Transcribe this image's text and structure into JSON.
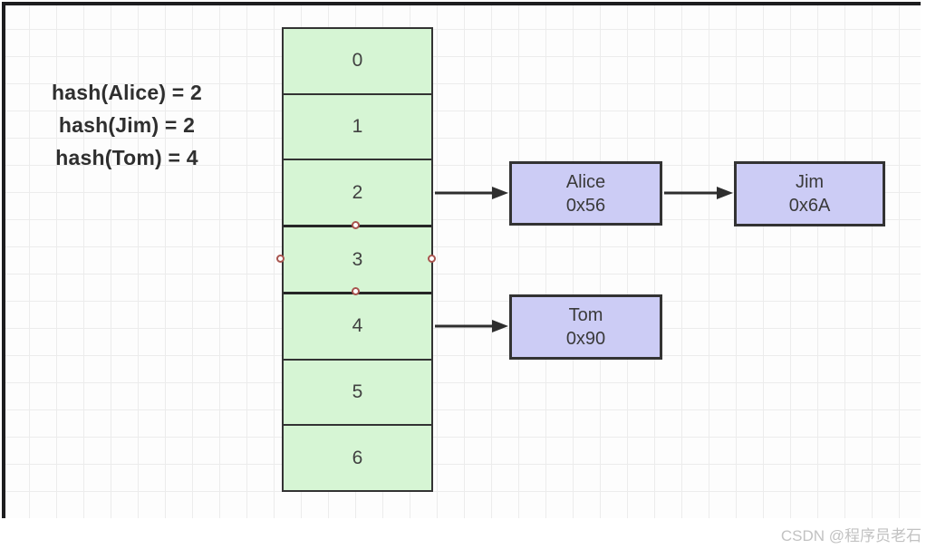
{
  "canvas": {
    "background_color": "#fdfdfd",
    "grid_color": "#ececec",
    "frame_color": "#1d1d1f"
  },
  "annotations": {
    "hash_lines": [
      "hash(Alice) = 2",
      "hash(Jim) = 2",
      "hash(Tom) = 4"
    ]
  },
  "hash_table": {
    "buckets": [
      "0",
      "1",
      "2",
      "3",
      "4",
      "5",
      "6"
    ],
    "selected_bucket": "3",
    "fill_color": "#d6f5d4",
    "border_color": "#333333",
    "handle_color": "#a8544e"
  },
  "nodes": [
    {
      "name": "Alice",
      "address": "0x56"
    },
    {
      "name": "Jim",
      "address": "0x6A"
    },
    {
      "name": "Tom",
      "address": "0x90"
    }
  ],
  "node_style": {
    "fill_color": "#ccccf5",
    "border_color": "#333333"
  },
  "edges": [
    {
      "from": "bucket-2",
      "to": "node-alice"
    },
    {
      "from": "node-alice",
      "to": "node-jim"
    },
    {
      "from": "bucket-4",
      "to": "node-tom"
    }
  ],
  "watermark": "CSDN @程序员老石"
}
